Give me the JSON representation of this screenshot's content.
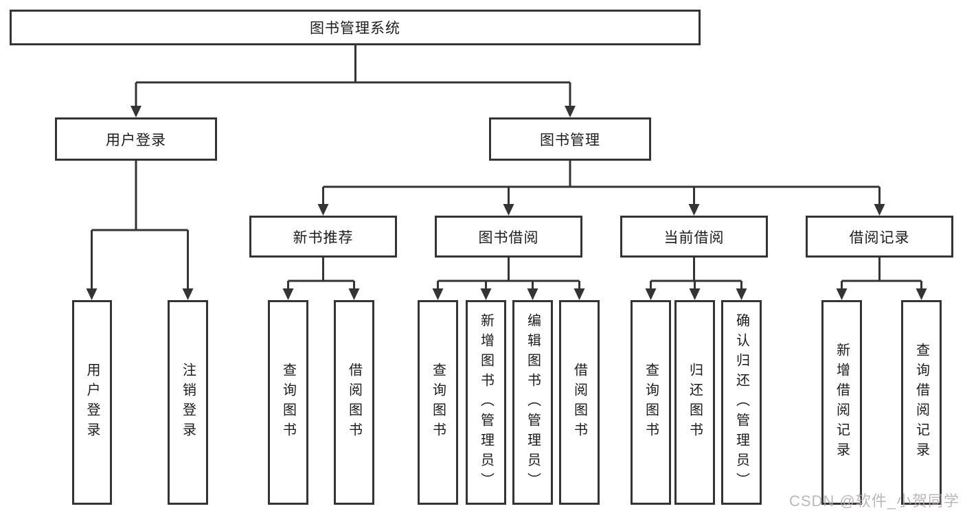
{
  "diagram": {
    "type": "hierarchy-org-chart",
    "colors": {
      "line": "#343434",
      "box_border": "#343434",
      "text": "#1c1c1c",
      "background": "#ffffff",
      "watermark": "#b0abab"
    }
  },
  "tree": {
    "label": "图书管理系统",
    "children": [
      {
        "label": "用户登录",
        "children": [
          {
            "label": "用户登录"
          },
          {
            "label": "注销登录"
          }
        ]
      },
      {
        "label": "图书管理",
        "children": [
          {
            "label": "新书推荐",
            "children": [
              {
                "label": "查询图书"
              },
              {
                "label": "借阅图书"
              }
            ]
          },
          {
            "label": "图书借阅",
            "children": [
              {
                "label": "查询图书"
              },
              {
                "label": "新增图书（管理员）"
              },
              {
                "label": "编辑图书（管理员）"
              },
              {
                "label": "借阅图书"
              }
            ]
          },
          {
            "label": "当前借阅",
            "children": [
              {
                "label": "查询图书"
              },
              {
                "label": "归还图书"
              },
              {
                "label": "确认归还（管理员）"
              }
            ]
          },
          {
            "label": "借阅记录",
            "children": [
              {
                "label": "新增借阅记录"
              },
              {
                "label": "查询借阅记录"
              }
            ]
          }
        ]
      }
    ]
  },
  "watermark": {
    "text": "CSDN @软件_小贺同学"
  }
}
